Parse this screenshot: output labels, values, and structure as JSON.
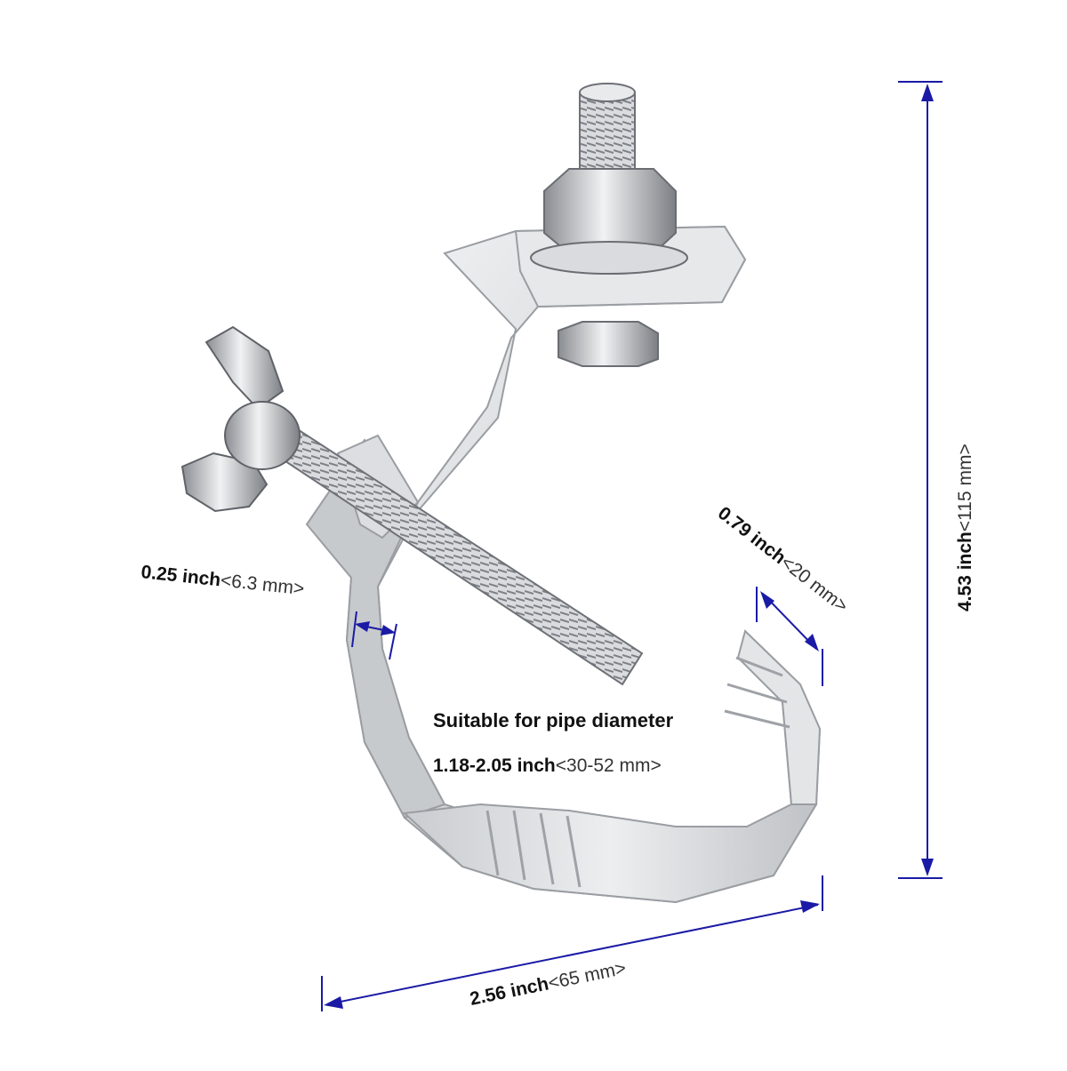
{
  "product": {
    "name_icon": "c-clamp-hook-with-wing-bolt"
  },
  "dimensions": {
    "height": {
      "inch": "4.53 inch",
      "mm": "<115 mm>"
    },
    "width": {
      "inch": "2.56 inch",
      "mm": "<65 mm>"
    },
    "jaw": {
      "inch": "0.79 inch",
      "mm": "<20 mm>"
    },
    "thickness": {
      "inch": "0.25 inch",
      "mm": "<6.3 mm>"
    }
  },
  "pipe": {
    "line1": "Suitable for pipe diameter",
    "range_inch": "1.18-2.05 inch",
    "range_mm": "<30-52 mm>"
  },
  "colors": {
    "dimension_line": "#1a1aa6",
    "metal": "#d8dadc"
  }
}
